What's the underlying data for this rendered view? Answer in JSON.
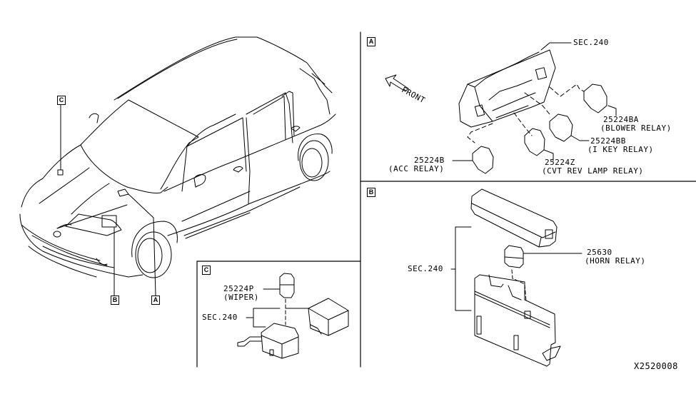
{
  "diagram": {
    "id_code": "X2520008",
    "callouts_on_vehicle": [
      "A",
      "B",
      "C"
    ],
    "panels": {
      "A": {
        "tag": "A",
        "front_label": "FRONT",
        "sec_label": "SEC.240",
        "parts": [
          {
            "number": "25224BA",
            "name": "(BLOWER RELAY)"
          },
          {
            "number": "25224BB",
            "name": "(I KEY RELAY)"
          },
          {
            "number": "25224Z",
            "name": "(CVT REV LAMP RELAY)"
          },
          {
            "number": "25224B",
            "name": "(ACC RELAY)"
          }
        ]
      },
      "B": {
        "tag": "B",
        "sec_label": "SEC.240",
        "parts": [
          {
            "number": "25630",
            "name": "(HORN RELAY)"
          }
        ]
      },
      "C": {
        "tag": "C",
        "sec_label": "SEC.240",
        "parts": [
          {
            "number": "25224P",
            "name": "(WIPER)"
          }
        ]
      }
    }
  }
}
